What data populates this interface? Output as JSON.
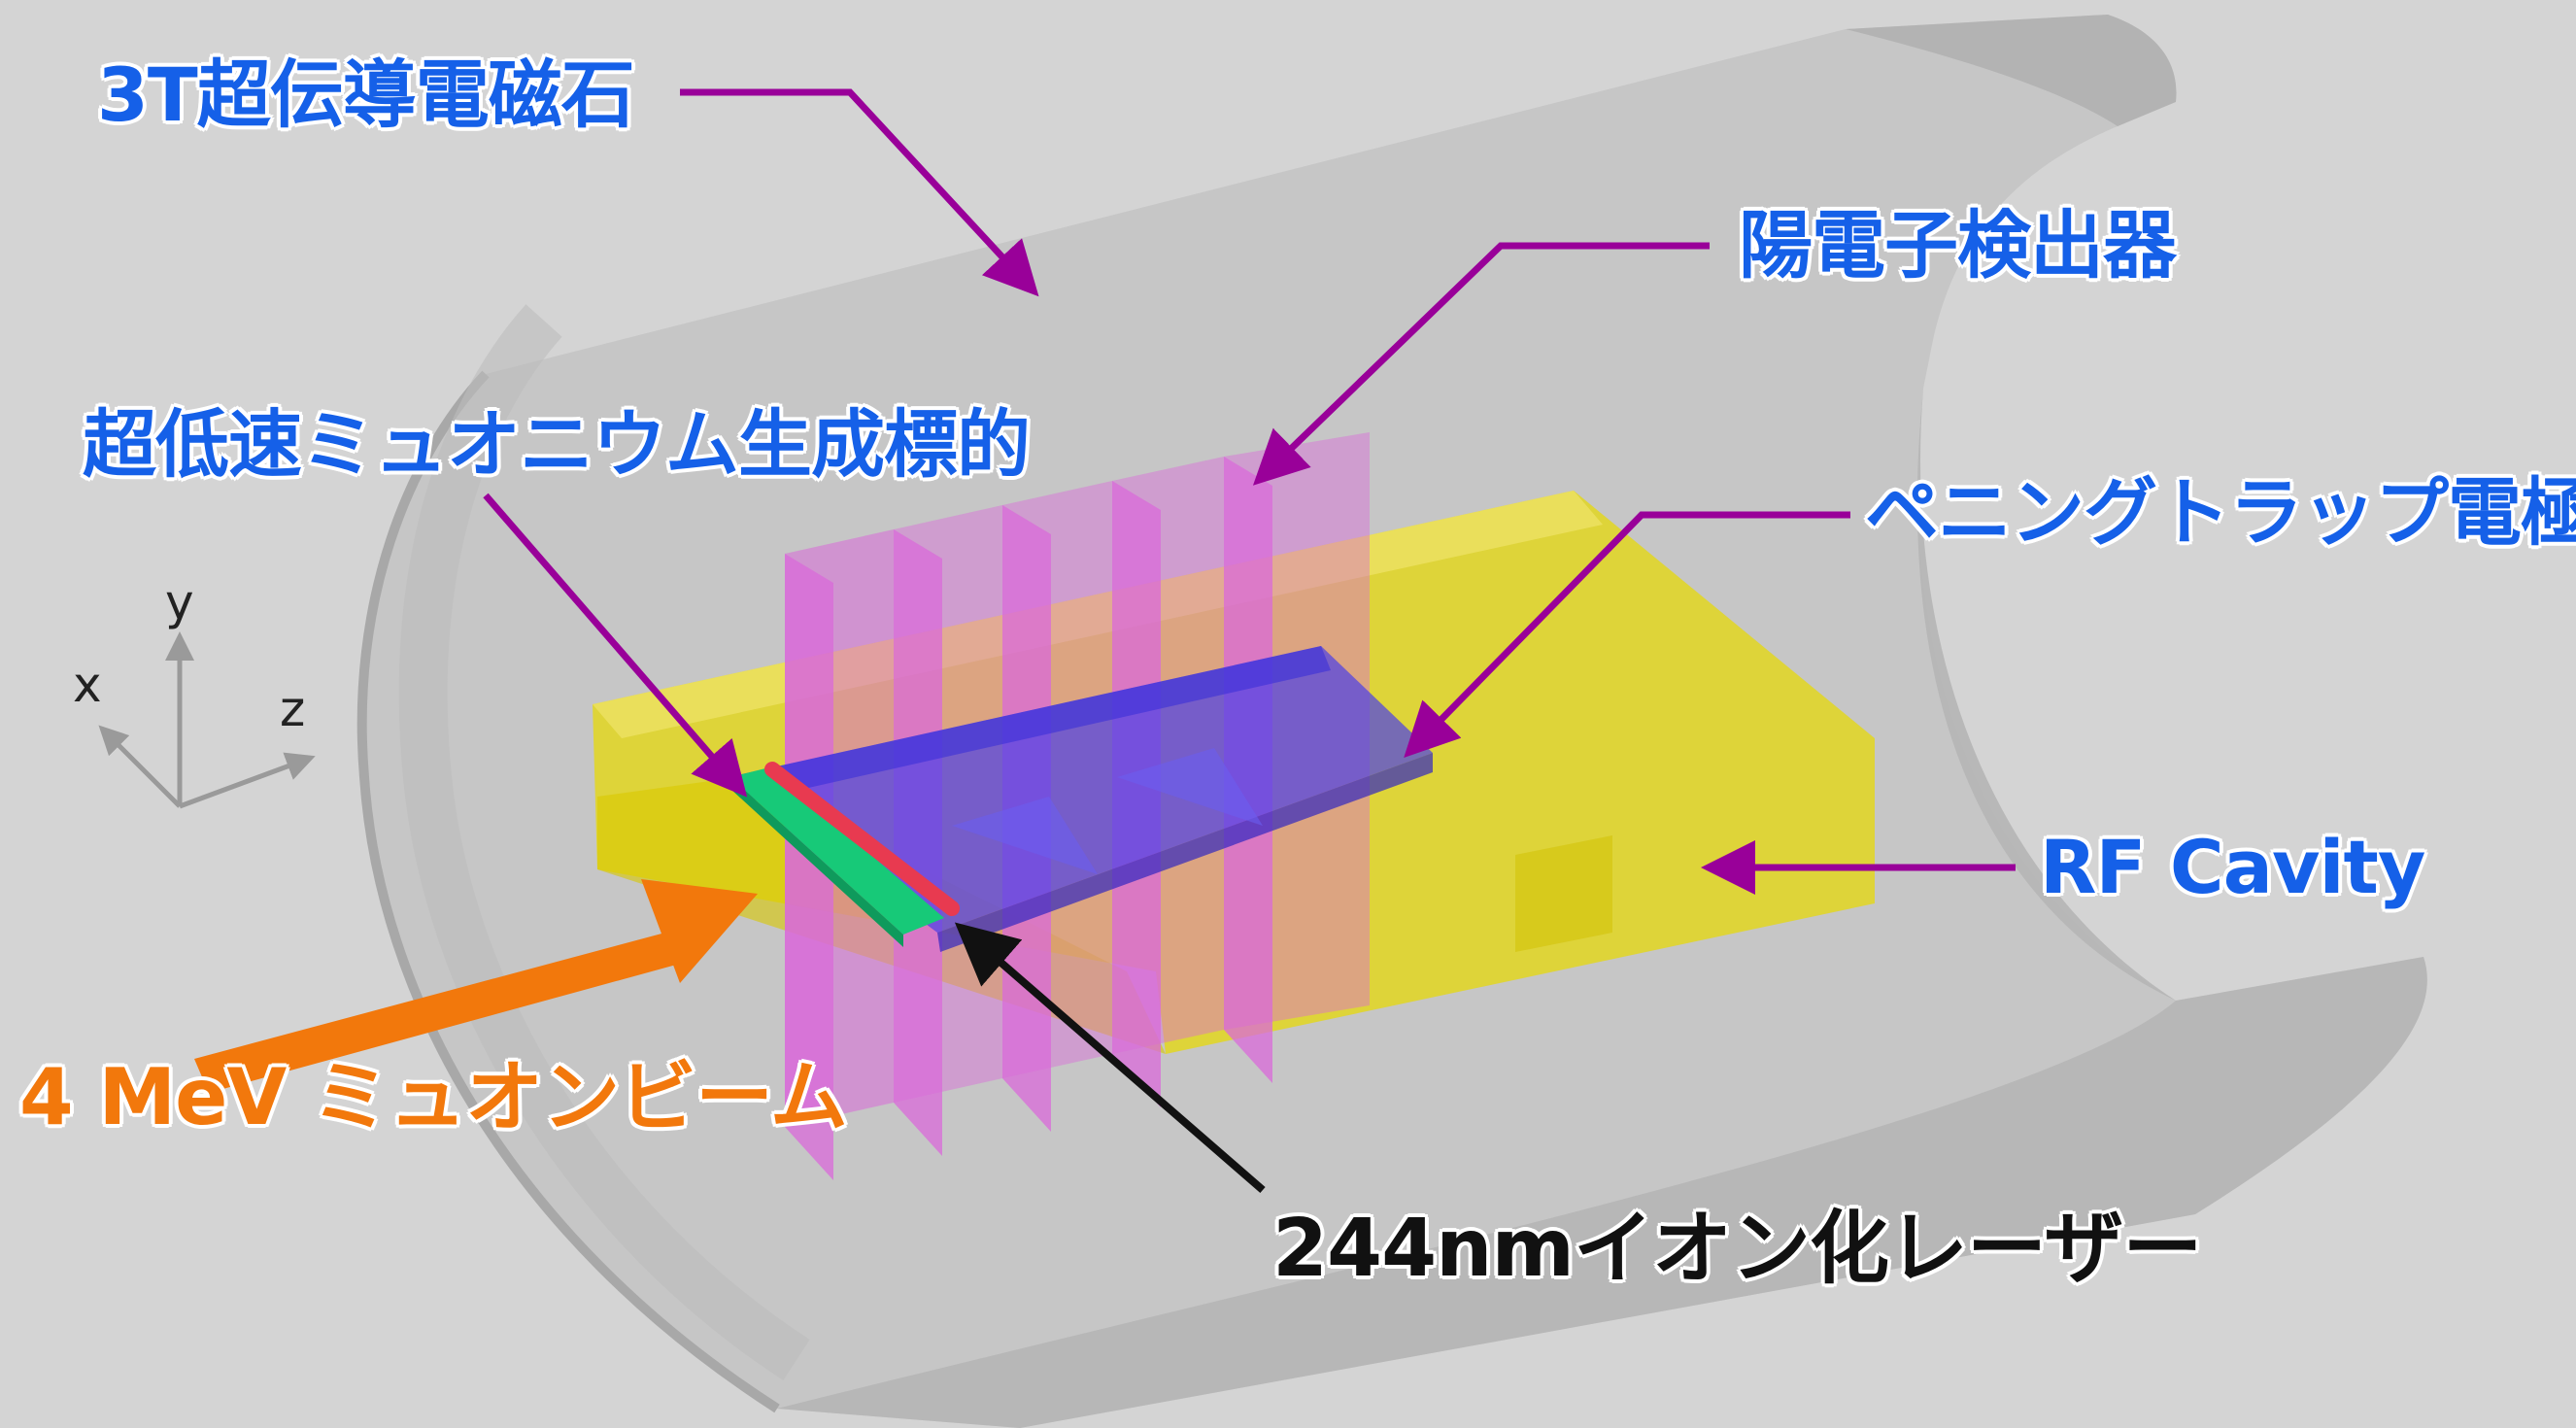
{
  "labels": {
    "magnet": "3T超伝導電磁石",
    "positron_detector": "陽電子検出器",
    "target": "超低速ミュオニウム生成標的",
    "penning_trap": "ペニングトラップ電極",
    "rf_cavity": "RF Cavity",
    "muon_beam": "4 MeV ミュオンビーム",
    "laser": "244nmイオン化レーザー"
  },
  "axes": {
    "x": "x",
    "y": "y",
    "z": "z"
  },
  "colors": {
    "background": "#d4d4d4",
    "magnet": "#bdbdbd",
    "detector": "#d96ad9",
    "cavity": "#f0e000",
    "trap": "#4a3ee8",
    "target": "#17c978",
    "laser": "#e83a50",
    "label_blue": "#1560e8",
    "leader_purple": "#990099",
    "beam_orange": "#f2780c"
  }
}
